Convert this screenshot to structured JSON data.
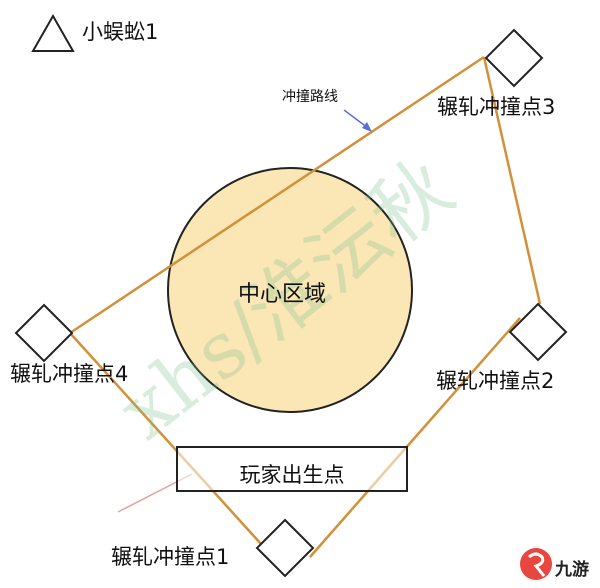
{
  "legend": {
    "label": "小蜈蚣1",
    "icon": "triangle-icon"
  },
  "path_label": "冲撞路线",
  "center_zone": "中心区域",
  "spawn_point": "玩家出生点",
  "points": [
    {
      "id": 1,
      "label": "辗轧冲撞点1"
    },
    {
      "id": 2,
      "label": "辗轧冲撞点2"
    },
    {
      "id": 3,
      "label": "辗轧冲撞点3"
    },
    {
      "id": 4,
      "label": "辗轧冲撞点4"
    }
  ],
  "watermark": "xhs/淮沄秋",
  "logo": {
    "icon": "9you-logo-icon",
    "text": "九游"
  },
  "colors": {
    "path": "#d3903a",
    "zone_fill": "#fbe6b6",
    "zone_stroke": "#222222",
    "outline": "#222222",
    "arrow": "#5a6fd6",
    "logo": "#e8473f"
  }
}
